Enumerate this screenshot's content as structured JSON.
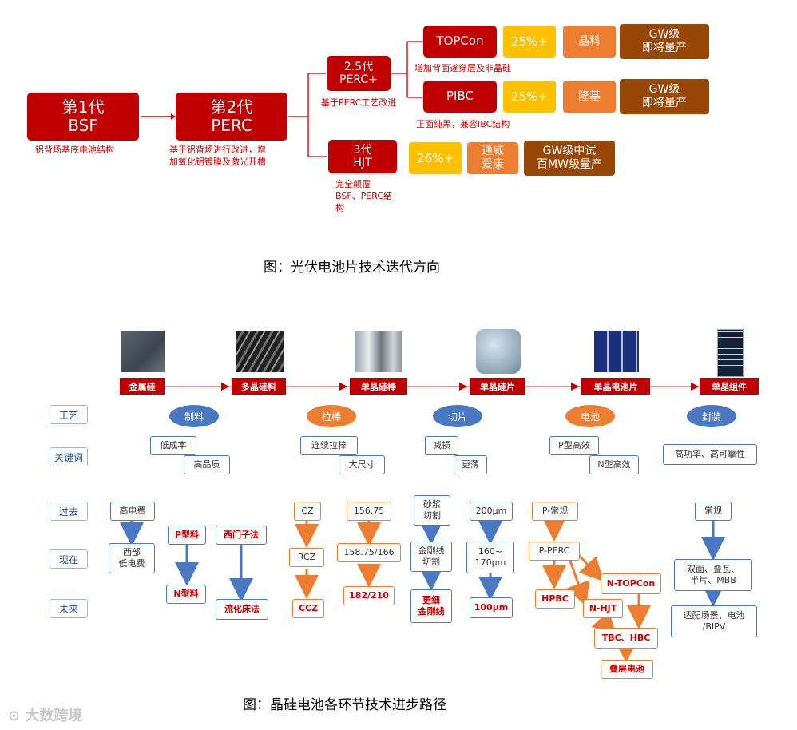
{
  "top": {
    "gen1": {
      "line1": "第1代",
      "line2": "BSF",
      "note": "铝背场基底电池结构"
    },
    "gen2": {
      "line1": "第2代",
      "line2": "PERC",
      "note1": "基于铝背场进行改进，增",
      "note2": "加氧化铝镀膜及激光开槽"
    },
    "gen25": {
      "line1": "2.5代",
      "line2": "PERC+",
      "note": "基于PERC工艺改进"
    },
    "gen3": {
      "line1": "3代",
      "line2": "HJT",
      "note1": "完全颠覆",
      "note2": "BSF、PERC结",
      "note3": "构"
    },
    "topcon": {
      "name": "TOPCon",
      "eff": "25%+",
      "company": "晶科",
      "status1": "GW级",
      "status2": "即将量产",
      "note": "增加背面遂穿层及非晶硅"
    },
    "pibc": {
      "name": "PIBC",
      "eff": "25%+",
      "company": "隆基",
      "status1": "GW级",
      "status2": "即将量产",
      "note": "正面纯黑，兼容IBC结构"
    },
    "hjt": {
      "eff": "26%+",
      "company1": "通威",
      "company2": "爱康",
      "status1": "GW级中试",
      "status2": "百MW级量产"
    },
    "caption": "图：光伏电池片技术迭代方向"
  },
  "bottom": {
    "stages": [
      "金属硅",
      "多晶硅料",
      "单晶硅棒",
      "单晶硅片",
      "单晶电池片",
      "单晶组件"
    ],
    "rows": {
      "process": "工艺",
      "keywords": "关键词",
      "past": "过去",
      "present": "现在",
      "future": "未来"
    },
    "processes": [
      "制料",
      "拉棒",
      "切片",
      "电池",
      "封装"
    ],
    "keywords": {
      "k1a": "低成本",
      "k1b": "高品质",
      "k2a": "连续拉棒",
      "k2b": "大尺寸",
      "k3a": "减损",
      "k3b": "更薄",
      "k4a": "P型高效",
      "k4b": "N型高效",
      "k5": "高功率、高可靠性"
    },
    "col1": {
      "past": "高电费",
      "present1": "西部",
      "present2": "低电费",
      "p_type": "P型料",
      "n_type": "N型料",
      "siemens": "西门子法",
      "fluid": "流化床法"
    },
    "col2": {
      "cz": "CZ",
      "rcz": "RCZ",
      "ccz": "CCZ",
      "s1": "156.75",
      "s2": "158.75/166",
      "s3": "182/210"
    },
    "col3": {
      "slurry1": "砂浆",
      "slurry2": "切割",
      "diamond1": "金刚线",
      "diamond2": "切割",
      "fine1": "更细",
      "fine2": "金刚线",
      "t1": "200μm",
      "t2a": "160~",
      "t2b": "170μm",
      "t3": "100μm"
    },
    "col4": {
      "pconv": "P-常规",
      "pperc": "P-PERC",
      "ntopcon": "N-TOPCon",
      "hpbc": "HPBC",
      "nhjt": "N-HJT",
      "tbc": "TBC、HBC",
      "stack": "叠层电池"
    },
    "col5": {
      "conv": "常规",
      "bif1": "双面、叠瓦、",
      "bif2": "半片、MBB",
      "app1": "适配场景、电池",
      "app2": "/BIPV"
    },
    "caption": "图：晶硅电池各环节技术进步路径"
  },
  "watermark": "大数跨境"
}
